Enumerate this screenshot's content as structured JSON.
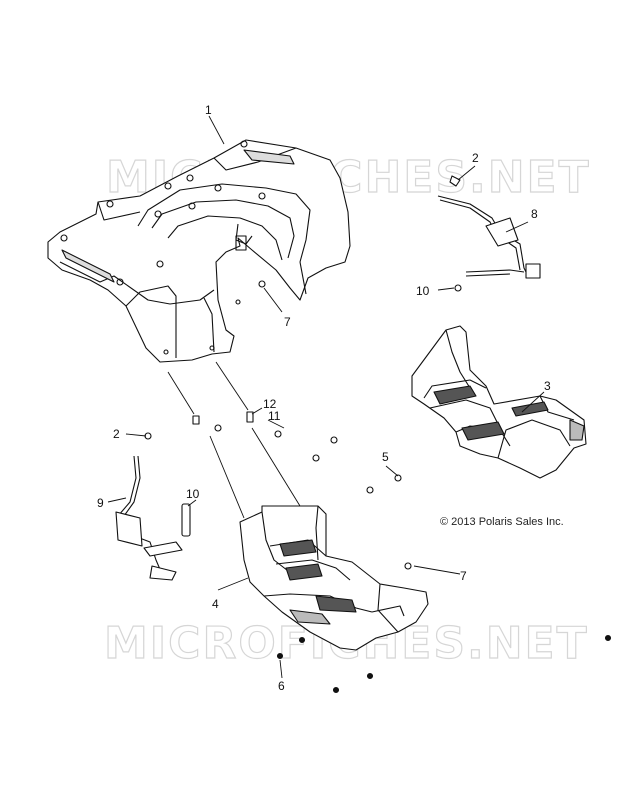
{
  "watermarks": [
    "MICROFICHES.NET",
    "MICROFICHES.NET"
  ],
  "copyright": "© 2013 Polaris Sales Inc.",
  "callouts": [
    "1",
    "2",
    "8",
    "10",
    "7",
    "3",
    "12",
    "11",
    "2",
    "5",
    "9",
    "10",
    "4",
    "7",
    "6"
  ]
}
